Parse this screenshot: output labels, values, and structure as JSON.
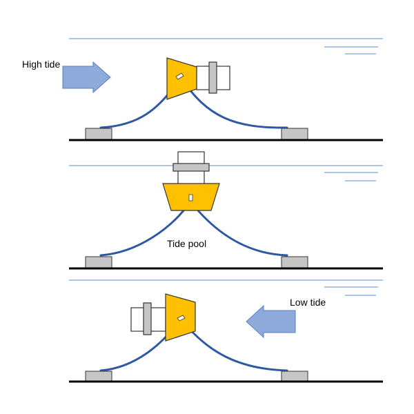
{
  "panels": [
    {
      "label": "High tide"
    },
    {
      "label": "Tide pool"
    },
    {
      "label": "Low tide"
    }
  ],
  "colors": {
    "float": "#ffc000",
    "rope": "#2e58a4",
    "arrow": "#8eaadb",
    "water": "#8db3e2",
    "anchor": "#c6c6c6"
  }
}
